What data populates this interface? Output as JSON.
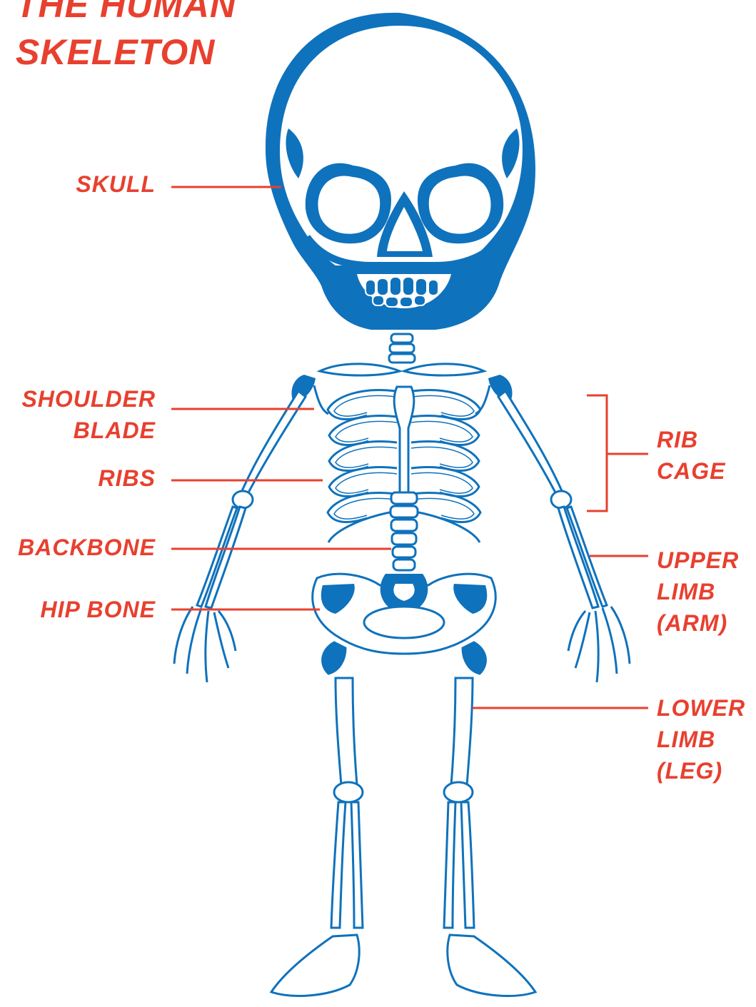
{
  "title": {
    "line1": "THE HUMAN",
    "line2": "SKELETON"
  },
  "labels": {
    "skull": "SKULL",
    "shoulder_blade": [
      "SHOULDER",
      "BLADE"
    ],
    "ribs": "RIBS",
    "backbone": "BACKBONE",
    "hip_bone": "HIP BONE",
    "rib_cage": [
      "RIB",
      "CAGE"
    ],
    "upper_limb": [
      "UPPER",
      "LIMB",
      "(ARM)"
    ],
    "lower_limb": [
      "LOWER",
      "LIMB",
      "(LEG)"
    ]
  },
  "colors": {
    "label_red": "#e8402f",
    "bone_blue": "#0f72bc",
    "background": "#ffffff"
  }
}
